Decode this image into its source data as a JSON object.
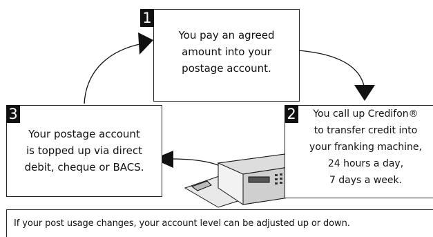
{
  "steps": [
    {
      "number": "1",
      "lines": [
        "You pay an agreed",
        "amount into your",
        "postage account."
      ]
    },
    {
      "number": "2",
      "lines": [
        "You call up Credifon®",
        "to transfer credit into",
        "your franking machine,",
        "24 hours a day,",
        "7 days a week."
      ]
    },
    {
      "number": "3",
      "lines": [
        "Your postage account",
        "is topped up via direct",
        "debit, cheque or BACS."
      ]
    }
  ],
  "footer": "If your post usage changes, your account level can be adjusted up or down."
}
